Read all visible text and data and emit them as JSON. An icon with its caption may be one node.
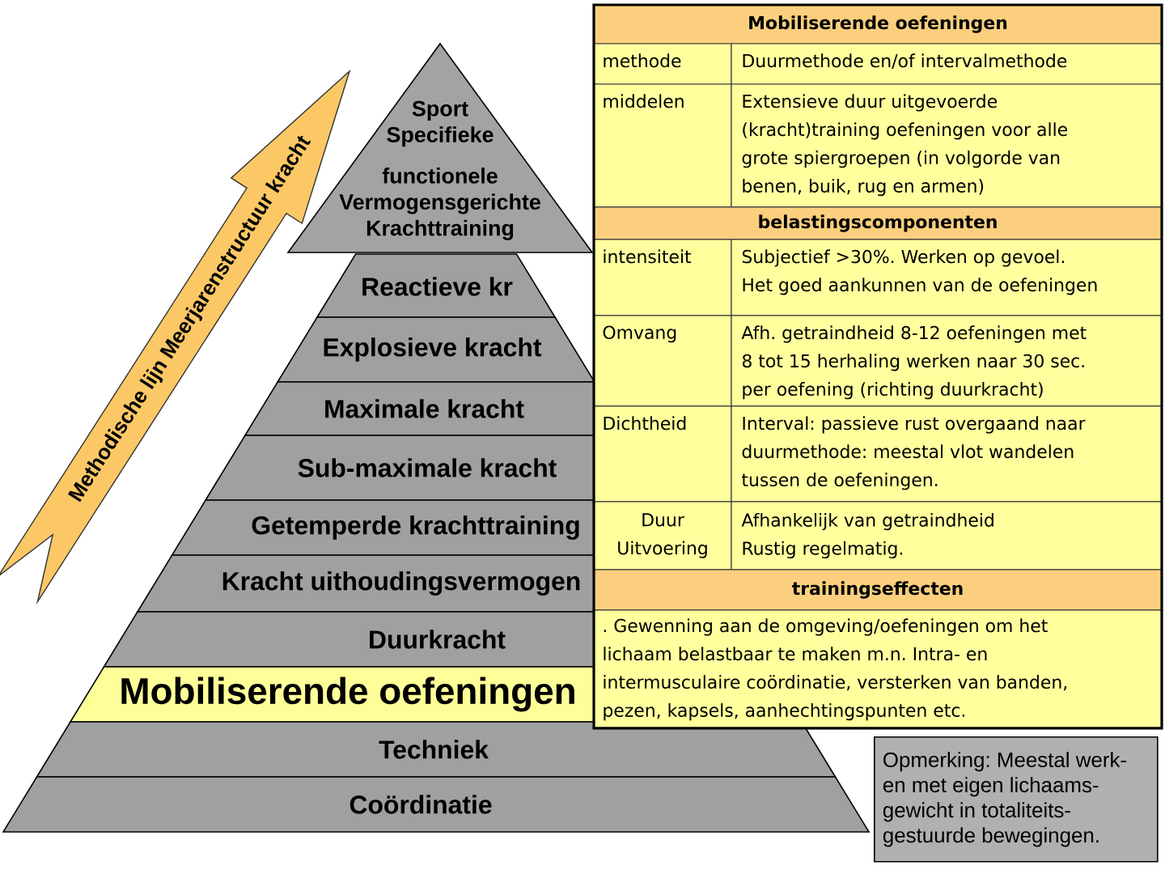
{
  "diagram": {
    "nodes": [
      {
        "text": [
          "Sport Specifieke",
          "functionele Vermogensgerichte Krachttraining"
        ]
      },
      {
        "text": [
          "Reactieve kr"
        ]
      },
      {
        "text": [
          "Explosieve kracht"
        ]
      },
      {
        "text": [
          "Maximale kracht"
        ]
      },
      {
        "text": [
          "Sub-maximale kracht"
        ]
      },
      {
        "text": [
          "Getemperde krachttraining"
        ]
      },
      {
        "text": [
          "Kracht uithoudingsvermogen"
        ]
      },
      {
        "text": [
          "Duurkracht"
        ]
      },
      {
        "text": [
          "Mobiliserende oefeningen"
        ]
      },
      {
        "text": [
          "Techniek"
        ]
      },
      {
        "text": [
          "Coördinatie"
        ]
      },
      {
        "text": [
          "Methodische lijn Meerjarenstructuur kracht"
        ]
      },
      {
        "text": [
          "Opmerking: Meestal werk- en met eigen lichaams- gewicht in totaliteits- gestuurde bewegingen."
        ]
      }
    ],
    "labels": [
      "Mobiliserende oefeningen",
      "methode",
      "Duurmethode en/of intervalmethode",
      "middelen",
      "Extensieve duur uitgevoerde (kracht)training oefeningen voor alle grote spiergroepen (in volgorde van benen, buik, rug en armen)",
      "belastingscomponenten",
      "intensiteit",
      "Subjectief >30%. Werken op gevoel. Het goed aankunnen van de oefeningen",
      "Omvang",
      "Afh. getraindheid 8-12 oefeningen met 8 tot 15 herhaling werken naar 30 sec. per oefening (richting duurkracht)",
      "Dichtheid",
      "Interval: passieve rust overgaand naar duurmethode: meestal vlot wandelen tussen de oefeningen.",
      "Duur",
      "Afhankelijk van getraindheid",
      "Uitvoering",
      "Rustig regelmatig.",
      "trainingseffecten",
      ". Gewenning aan de omgeving/oefeningen om het lichaam belastbaar te maken m.n. Intra- en intermusculaire coördinatie, versterken van banden, pezen, kapsels, aanhechtingspunten etc."
    ]
  }
}
